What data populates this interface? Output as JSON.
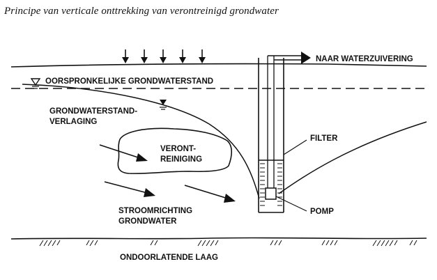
{
  "title": "Principe van verticale onttrekking van verontreinigd grondwater",
  "labels": {
    "to_treatment": "NAAR WATERZUIVERING",
    "original_level": "OORSPRONKELIJKE GRONDWATERSTAND",
    "drawdown_line1": "GRONDWATERSTAND-",
    "drawdown_line2": "VERLAGING",
    "contamination_line1": "VERONT-",
    "contamination_line2": "REINIGING",
    "filter": "FILTER",
    "pump": "POMP",
    "flow_line1": "STROOMRICHTING",
    "flow_line2": "GRONDWATER",
    "impermeable_layer": "ONDOORLATENDE LAAG"
  },
  "colors": {
    "ink": "#111111",
    "background": "#ffffff"
  },
  "icons": {
    "water_level": "inverted-triangle-symbol",
    "infiltration": "arrow-down-icon",
    "flow": "arrow-right-icon"
  }
}
